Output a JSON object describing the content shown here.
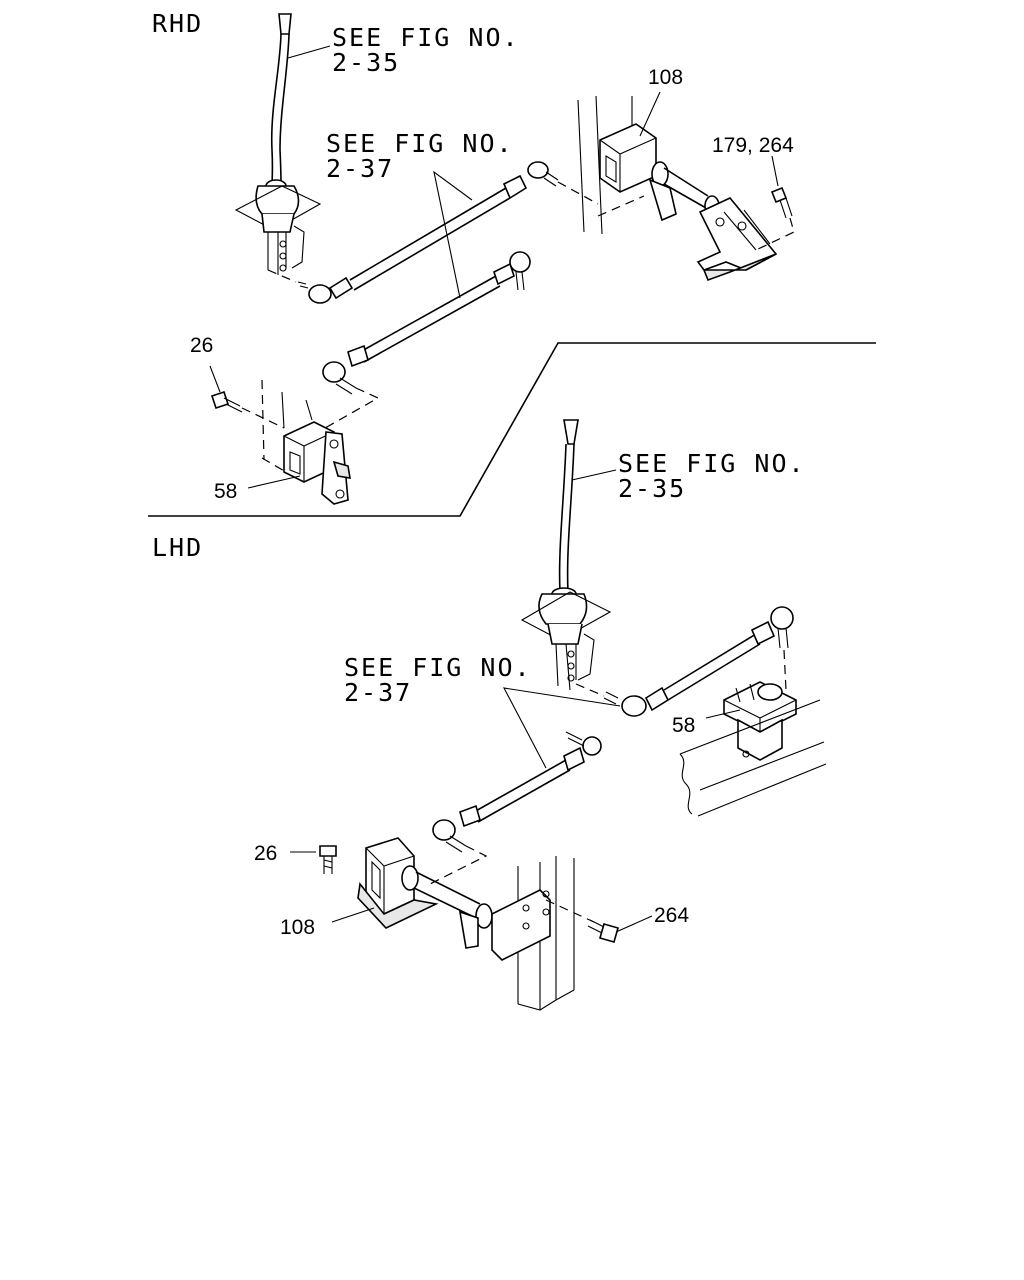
{
  "sections": {
    "rhd": "RHD",
    "lhd": "LHD"
  },
  "callouts": {
    "rhd_see_fig_a_1": "SEE FIG NO.",
    "rhd_see_fig_a_2": "2-35",
    "rhd_see_fig_b_1": "SEE FIG NO.",
    "rhd_see_fig_b_2": "2-37",
    "lhd_see_fig_a_1": "SEE FIG NO.",
    "lhd_see_fig_a_2": "2-35",
    "lhd_see_fig_b_1": "SEE FIG NO.",
    "lhd_see_fig_b_2": "2-37"
  },
  "part_refs": {
    "rhd_108": "108",
    "rhd_179_264": "179, 264",
    "rhd_26": "26",
    "rhd_58": "58",
    "lhd_58": "58",
    "lhd_26": "26",
    "lhd_108": "108",
    "lhd_264": "264"
  }
}
